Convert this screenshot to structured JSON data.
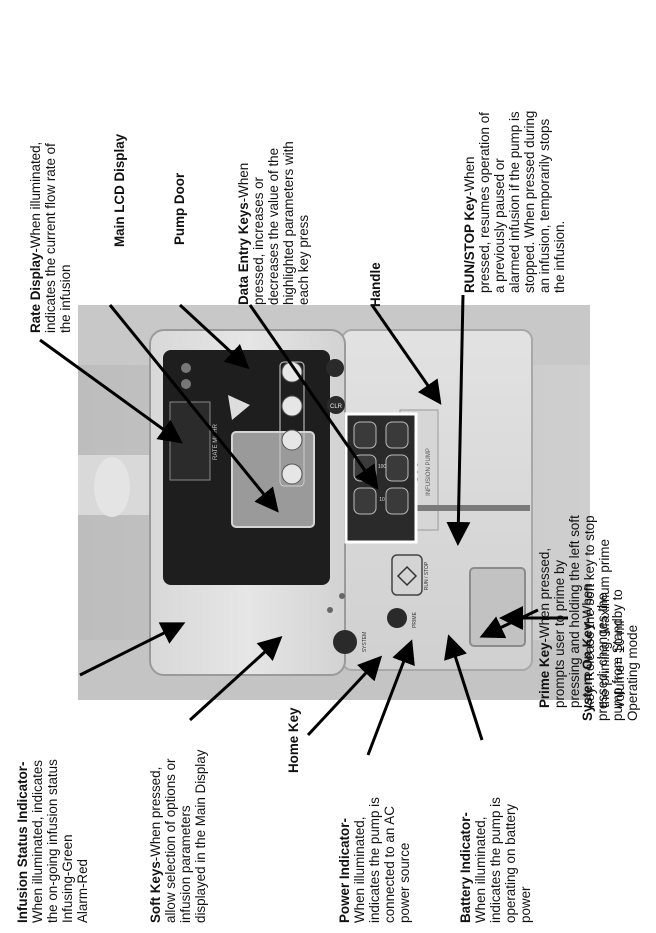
{
  "device": {
    "rate_display_text": "RATE  ML/HR",
    "model_text": "800",
    "model_sub_text": "INFUSION PUMP",
    "run_stop_text": "RUN / STOP",
    "clr_text": "CLR",
    "prime_text": "PRIME",
    "system_on_text": "SYSTEM",
    "key_100": "100",
    "key_10": "10"
  },
  "labels": {
    "infusion_status": {
      "title": "Infusion Status Indicator-",
      "lines": [
        "When illuminated, indicates",
        "the on-going infusion status",
        "Infusing-Green",
        "Alarm-Red"
      ]
    },
    "soft_keys": {
      "title": "Soft Keys",
      "title_rest": "-When pressed,",
      "lines": [
        "allow selection of options or",
        "infusion parameters",
        "displayed  in the Main Display"
      ]
    },
    "home_key": {
      "title": "Home Key"
    },
    "power_indicator": {
      "title": "Power Indicator-",
      "lines": [
        "When illuminated,",
        "indicates the pump  is",
        "connected to an AC",
        "power source"
      ]
    },
    "battery_indicator": {
      "title": "Battery Indicator-",
      "lines": [
        "When illuminated,",
        "indicates the pump  is",
        "operating on battery",
        "power"
      ]
    },
    "rate_display": {
      "title": "Rate Display",
      "title_rest": "-When illuminated,",
      "lines": [
        "indicates  the current flow rate of",
        "the infusion"
      ]
    },
    "main_lcd": {
      "title": "Main LCD Display"
    },
    "pump_door": {
      "title": "Pump Door"
    },
    "data_entry": {
      "title": "Data Entry Keys",
      "title_rest": "-When",
      "lines": [
        "pressed, increases or",
        "decreases the value  of the",
        "highlighted parameters with",
        "each key press"
      ]
    },
    "handle": {
      "title": "Handle"
    },
    "run_stop": {
      "title": "RUN/STOP Key",
      "title_rest": "-When",
      "lines": [
        "pressed, resumes operation of",
        "a previously paused or",
        "alarmed infusion if the pump is",
        "stopped. When pressed during",
        "an infusion, temporarily stops",
        "the infusion."
      ]
    },
    "prime_key": {
      "title": "Prime Key",
      "title_rest": "-When pressed,",
      "lines": [
        "prompts user to prime by",
        "pressing and holding the left soft",
        "key. Release the soft key to stop",
        "the priming.  Maximum prime",
        "volume= 10 ml"
      ]
    },
    "system_on": {
      "title": "System  On Key",
      "title_rest": "-When",
      "lines": [
        "pressed, changes the",
        "pump  from Standby to",
        "Operating mode"
      ]
    }
  }
}
